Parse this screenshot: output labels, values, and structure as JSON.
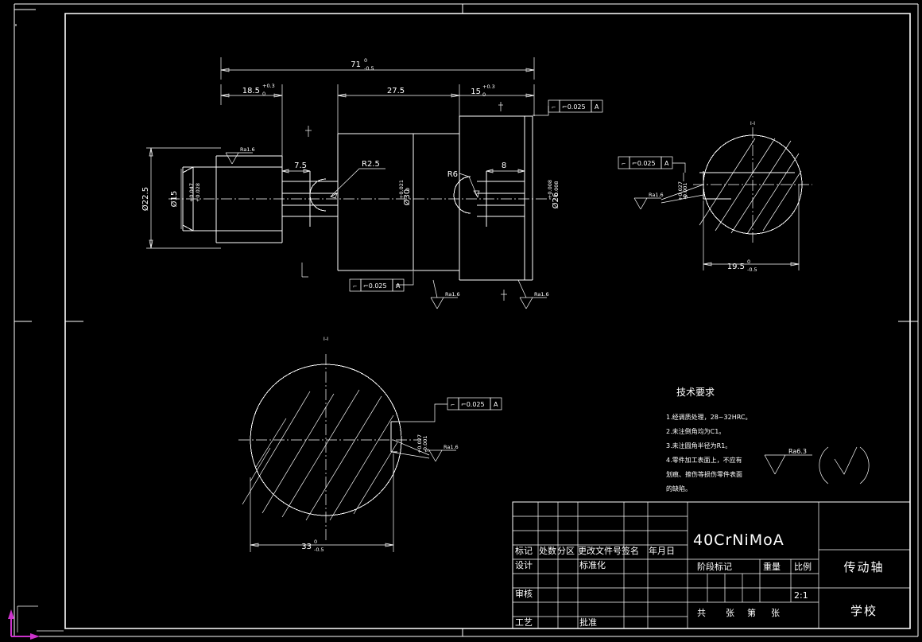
{
  "document": {
    "type": "cad-technical-drawing",
    "background_color": "#000000",
    "line_color": "#ffffff",
    "ucs_color": "#cc33cc",
    "part_name": "传动轴",
    "material": "40CrNiMoA",
    "scale": "2:1",
    "organization": "学校"
  },
  "dimensions": {
    "overall_length": "71",
    "overall_length_tol_upper": "0",
    "overall_length_tol_lower": "-0.5",
    "seg1_length": "18.5",
    "seg1_tol_upper": "+0.3",
    "seg1_tol_lower": "0",
    "seg2_length": "27.5",
    "seg3_length": "15",
    "seg3_tol_upper": "+0.3",
    "seg3_tol_lower": "0",
    "dia_flange": "Ø22.5",
    "dia_left": "Ø15",
    "dia_left_tol_upper": "+0.047",
    "dia_left_tol_lower": "+0.028",
    "dia_mid": "Ø30",
    "dia_mid_tol_upper": "+0.021",
    "dia_mid_tol_lower": "0",
    "dia_right": "Ø26",
    "dia_right_tol_upper": "+0.008",
    "dia_right_tol_lower": "-0.008",
    "keyway_left_width": "7.5",
    "keyway_right_width": "8",
    "fillet_r25": "R2.5",
    "fillet_r6": "R6",
    "section_right_width": "19.5",
    "section_right_tol_upper": "0",
    "section_right_tol_lower": "-0.5",
    "section_bottom_width": "33",
    "section_bottom_tol_upper": "0",
    "section_bottom_tol_lower": "-0.5",
    "keyway_depth": "5",
    "keyway_depth_tol_upper": "+0.027",
    "keyway_depth_tol_lower": "-0.001"
  },
  "tolerance_frames": {
    "symbol": "⌐",
    "value": "0.025",
    "datum": "A",
    "count": 4
  },
  "surface_finish": {
    "machined": "Ra1.6",
    "general": "Ra6.3",
    "general_bracket": "( )"
  },
  "section_labels": {
    "right_view": "I-I",
    "bottom_view": "I-I"
  },
  "technical_requirements": {
    "heading": "技术要求",
    "items": [
      "1.经调质处理，28~32HRC。",
      "2.未注倒角均为C1。",
      "3.未注圆角半径为R1。",
      "4.零件加工表面上，不应有",
      "划痕、擦伤等损伤零件表面",
      "的缺陷。"
    ]
  },
  "title_block": {
    "revision_headers": [
      "标记",
      "处数",
      "分区",
      "更改文件号",
      "签名",
      "年月日"
    ],
    "rows": [
      {
        "label": "设计",
        "mid_label": "标准化"
      },
      {
        "label": "",
        "mid_label": ""
      },
      {
        "label": "审核",
        "mid_label": ""
      },
      {
        "label": "工艺",
        "mid_label": "批准"
      }
    ],
    "stage_mark": "阶段标记",
    "weight": "重量",
    "scale_label": "比例",
    "scale_value": "2:1",
    "sheet_total_prefix": "共",
    "sheet_total_unit": "张",
    "sheet_no_prefix": "第",
    "sheet_no_unit": "张",
    "material_value": "40CrNiMoA",
    "part_title": "传动轴",
    "org_name": "学校"
  }
}
